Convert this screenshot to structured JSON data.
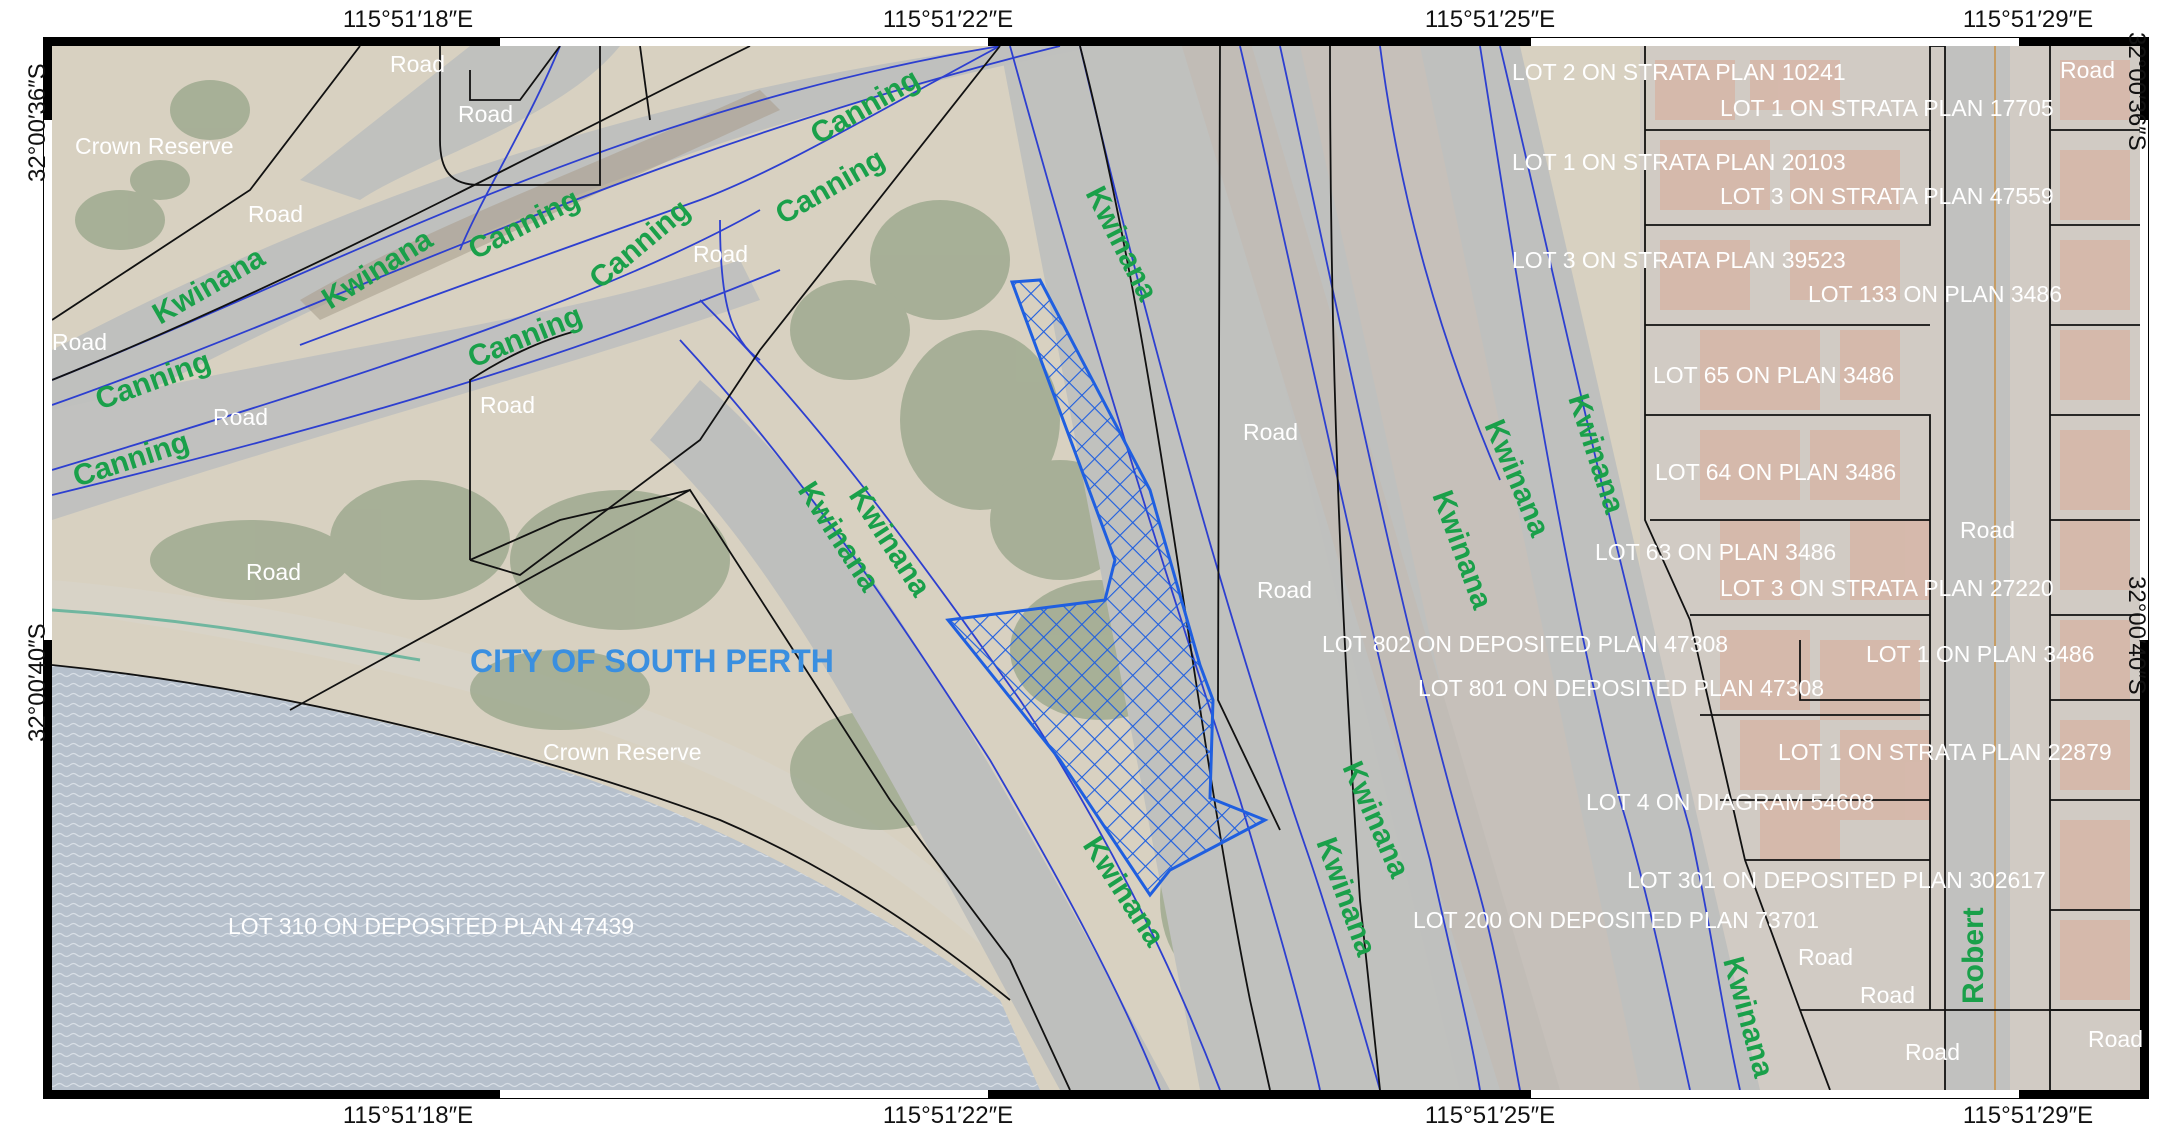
{
  "coordinates": {
    "top": [
      "115°51′18″E",
      "115°51′22″E",
      "115°51′25″E",
      "115°51′29″E"
    ],
    "bottom": [
      "115°51′18″E",
      "115°51′22″E",
      "115°51′25″E",
      "115°51′29″E"
    ],
    "left": [
      "32°00′36″S",
      "32°00′40″S"
    ],
    "right": [
      "32°00′36″S",
      "32°00′40″S"
    ]
  },
  "labels": {
    "city": "CITY OF SOUTH PERTH",
    "crown_reserve": "Crown Reserve",
    "road": "Road",
    "canning": "Canning",
    "kwinana": "Kwinana",
    "robert": "Robert",
    "lots": [
      "LOT 2 ON STRATA PLAN 10241",
      "LOT 1 ON STRATA PLAN 17705",
      "LOT 1 ON STRATA PLAN 20103",
      "LOT 3 ON STRATA PLAN 47559",
      "LOT 3 ON STRATA PLAN 39523",
      "LOT 133 ON PLAN 3486",
      "LOT 65 ON PLAN 3486",
      "LOT 64 ON PLAN 3486",
      "LOT 63 ON PLAN 3486",
      "LOT 3 ON STRATA PLAN 27220",
      "LOT 802 ON DEPOSITED PLAN 47308",
      "LOT 801 ON DEPOSITED PLAN 47308",
      "LOT 1 ON PLAN 3486",
      "LOT 1 ON STRATA PLAN 22879",
      "LOT 4 ON DIAGRAM 54608",
      "LOT 301 ON DEPOSITED PLAN 302617",
      "LOT 200 ON DEPOSITED PLAN 73701",
      "LOT 310 ON DEPOSITED PLAN 47439"
    ]
  },
  "colors": {
    "water": "#9aa7b8",
    "land": "#c8bfa8",
    "vegetation": "#7c8a6a",
    "road_surface": "#a8a9a6",
    "cadastre_line": "#111111",
    "road_centreline": "#2d3fd0",
    "road_label": "#1aa04a",
    "cadastre_label": "#ffffff",
    "city_label": "#3a8fe0",
    "hatch": "#1f5fe0"
  }
}
